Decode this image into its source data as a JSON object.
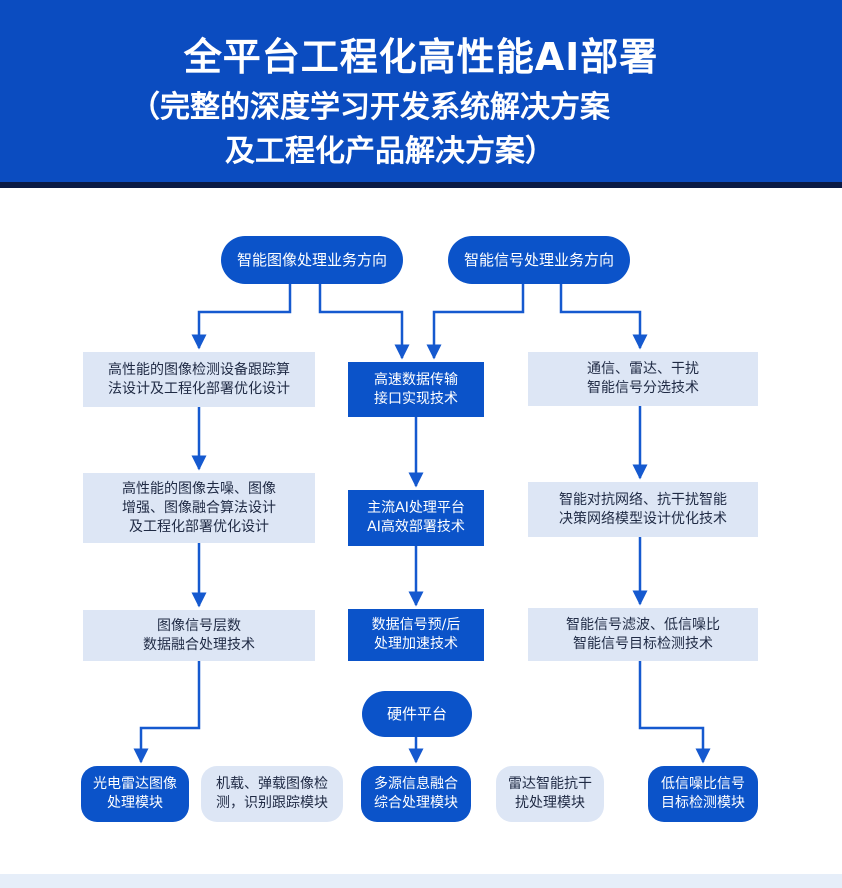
{
  "header": {
    "title": "全平台工程化高性能AI部署",
    "subtitle_line1": "（完整的深度学习开发系统解决方案",
    "subtitle_line2": "及工程化产品解决方案）"
  },
  "colors": {
    "header_bg": "#0b4cc0",
    "node_blue": "#0b53c9",
    "node_light": "#dde6f5",
    "arrow": "#1559cf"
  },
  "nodes": {
    "image_direction": "智能图像处理业务方向",
    "signal_direction": "智能信号处理业务方向",
    "left1": [
      "高性能的图像检测设备跟踪算",
      "法设计及工程化部署优化设计"
    ],
    "left2": [
      "高性能的图像去噪、图像",
      "增强、图像融合算法设计",
      "及工程化部署优化设计"
    ],
    "left3": [
      "图像信号层数",
      "数据融合处理技术"
    ],
    "mid1": [
      "高速数据传输",
      "接口实现技术"
    ],
    "mid2": [
      "主流AI处理平台",
      "AI高效部署技术"
    ],
    "mid3": [
      "数据信号预/后",
      "处理加速技术"
    ],
    "hardware": "硬件平台",
    "right1": [
      "通信、雷达、干扰",
      "智能信号分选技术"
    ],
    "right2": [
      "智能对抗网络、抗干扰智能",
      "决策网络模型设计优化技术"
    ],
    "right3": [
      "智能信号滤波、低信噪比",
      "智能信号目标检测技术"
    ],
    "bottom": [
      [
        "光电雷达图像",
        "处理模块"
      ],
      [
        "机载、弹载图像检",
        "测，识别跟踪模块"
      ],
      [
        "多源信息融合",
        "综合处理模块"
      ],
      [
        "雷达智能抗干",
        "扰处理模块"
      ],
      [
        "低信噪比信号",
        "目标检测模块"
      ]
    ]
  }
}
